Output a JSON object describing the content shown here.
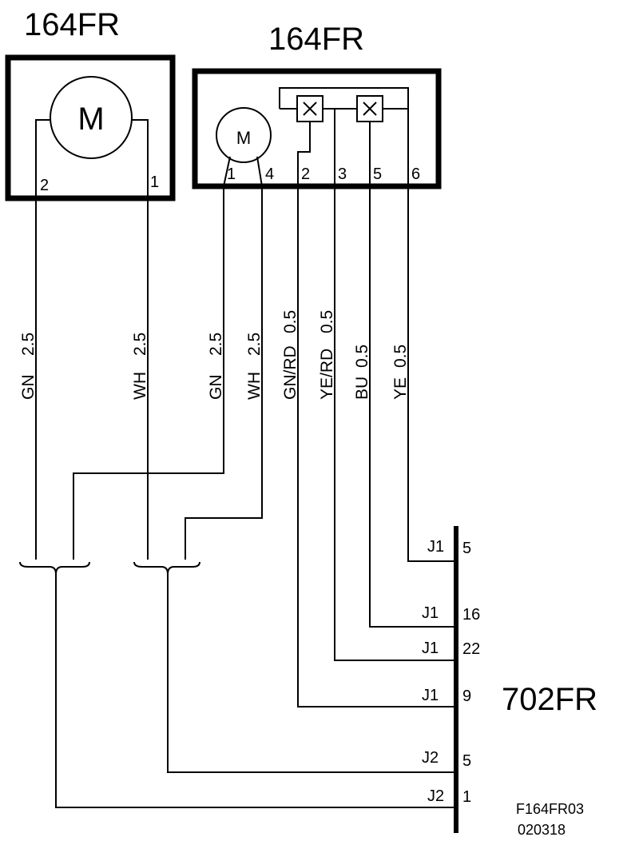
{
  "components": {
    "left_label": "164FR",
    "right_label": "164FR",
    "connector_label": "702FR",
    "left_motor_symbol": "M",
    "right_motor_symbol": "M",
    "left_pins": [
      "2",
      "1"
    ],
    "right_pins": [
      "1",
      "4",
      "2",
      "3",
      "5",
      "6"
    ]
  },
  "wires": [
    {
      "color": "GN",
      "size": "2.5"
    },
    {
      "color": "WH",
      "size": "2.5"
    },
    {
      "color": "GN",
      "size": "2.5"
    },
    {
      "color": "WH",
      "size": "2.5"
    },
    {
      "color": "GN/RD",
      "size": "0.5"
    },
    {
      "color": "YE/RD",
      "size": "0.5"
    },
    {
      "color": "BU",
      "size": "0.5"
    },
    {
      "color": "YE",
      "size": "0.5"
    }
  ],
  "connections": [
    {
      "connector": "J1",
      "pin": "5"
    },
    {
      "connector": "J1",
      "pin": "16"
    },
    {
      "connector": "J1",
      "pin": "22"
    },
    {
      "connector": "J1",
      "pin": "9"
    },
    {
      "connector": "J2",
      "pin": "5"
    },
    {
      "connector": "J2",
      "pin": "1"
    }
  ],
  "footer": {
    "code": "F164FR03",
    "date": "020318"
  }
}
